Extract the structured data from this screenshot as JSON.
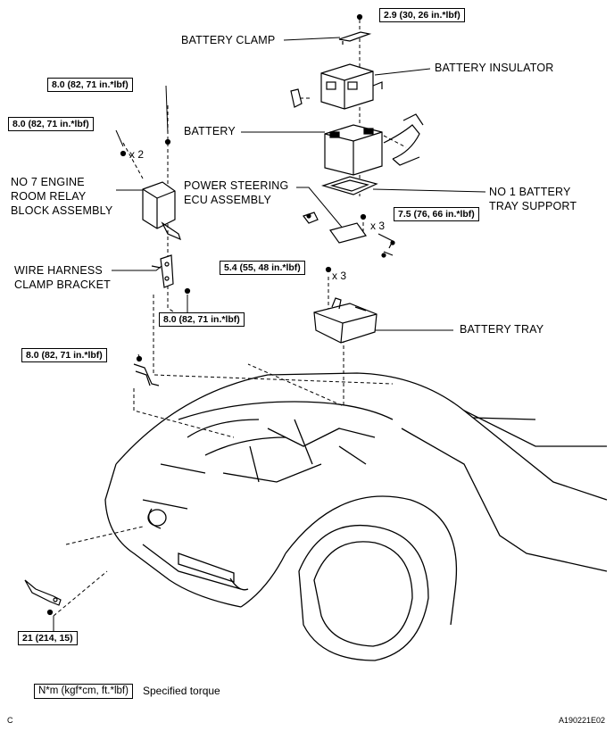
{
  "labels": {
    "battery_clamp": "BATTERY CLAMP",
    "battery_insulator": "BATTERY INSULATOR",
    "battery": "BATTERY",
    "relay_block_1": "NO  7 ENGINE",
    "relay_block_2": "ROOM RELAY",
    "relay_block_3": "BLOCK ASSEMBLY",
    "ps_ecu_1": "POWER STEERING",
    "ps_ecu_2": "ECU ASSEMBLY",
    "tray_support_1": "NO  1 BATTERY",
    "tray_support_2": "TRAY SUPPORT",
    "wire_harness_1": "WIRE HARNESS",
    "wire_harness_2": "CLAMP BRACKET",
    "battery_tray": "BATTERY TRAY"
  },
  "torques": {
    "battery_clamp": "2.9 (30, 26 in.*lbf)",
    "relay_block_top": "8.0 (82, 71 in.*lbf)",
    "relay_block_bolts": "8.0 (82, 71 in.*lbf)",
    "tray_support": "7.5 (76, 66 in.*lbf)",
    "ecu_bolts": "5.4 (55, 48 in.*lbf)",
    "wire_harness": "8.0 (82, 71 in.*lbf)",
    "ground_bolt": "8.0 (82, 71 in.*lbf)",
    "bottom_terminal": "21 (214, 15)"
  },
  "quantities": {
    "relay_bolts": "x 2",
    "tray_support_bolts": "x 3",
    "ecu_bolts": "x 3"
  },
  "legend": {
    "unit": "N*m (kgf*cm, ft.*lbf)",
    "description": "Specified torque"
  },
  "corner": {
    "left": "C",
    "right": "A190221E02"
  }
}
